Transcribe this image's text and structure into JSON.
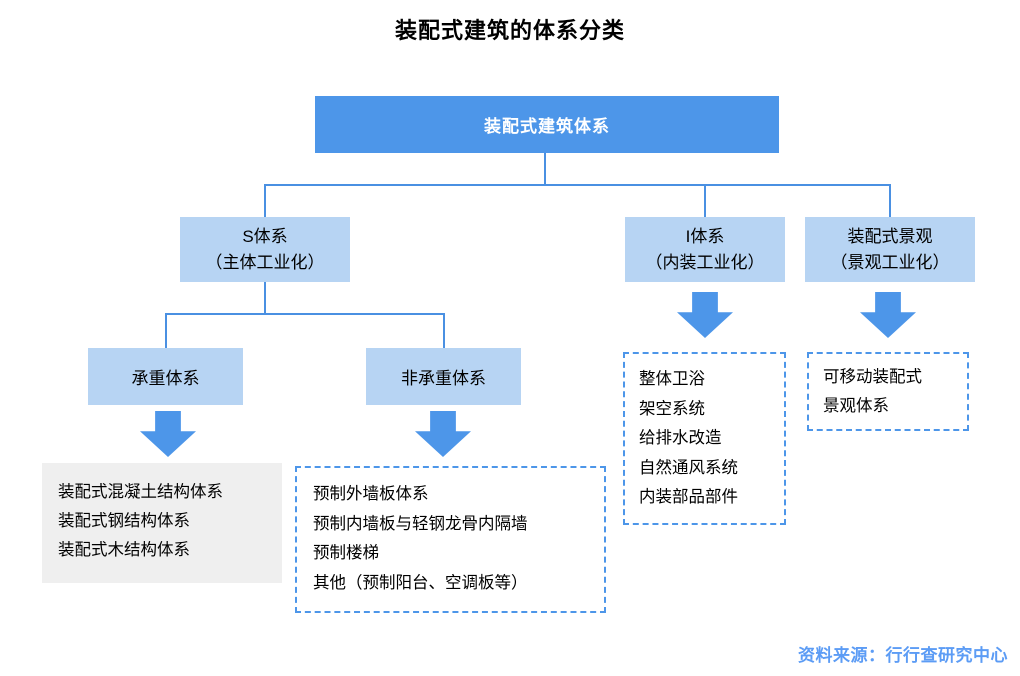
{
  "title": "装配式建筑的体系分类",
  "source_note": "资料来源：行行查研究中心",
  "colors": {
    "primary-blue": "#4D96E9",
    "light-blue": "#B7D4F3",
    "line-blue": "#4A90E2",
    "arrow-blue": "#4D96E9",
    "dashed-blue": "#4D96E9",
    "gray-box": "#EFEFEF",
    "source-blue": "#5C9CF5"
  },
  "nodes": {
    "root": {
      "label": "装配式建筑体系"
    },
    "s_system": {
      "line1": "S体系",
      "line2": "（主体工业化）"
    },
    "i_system": {
      "line1": "I体系",
      "line2": "（内装工业化）"
    },
    "landscape": {
      "line1": "装配式景观",
      "line2": "（景观工业化）"
    },
    "bearing": {
      "label": "承重体系"
    },
    "non_bearing": {
      "label": "非承重体系"
    },
    "bearing_detail": {
      "items": [
        "装配式混凝土结构体系",
        "装配式钢结构体系",
        "装配式木结构体系"
      ]
    },
    "non_bearing_detail": {
      "items": [
        "预制外墙板体系",
        "预制内墙板与轻钢龙骨内隔墙",
        "预制楼梯",
        "其他（预制阳台、空调板等）"
      ]
    },
    "i_system_detail": {
      "items": [
        "整体卫浴",
        "架空系统",
        "给排水改造",
        "自然通风系统",
        "内装部品部件"
      ]
    },
    "landscape_detail": {
      "items": [
        "可移动装配式",
        "景观体系"
      ]
    }
  }
}
